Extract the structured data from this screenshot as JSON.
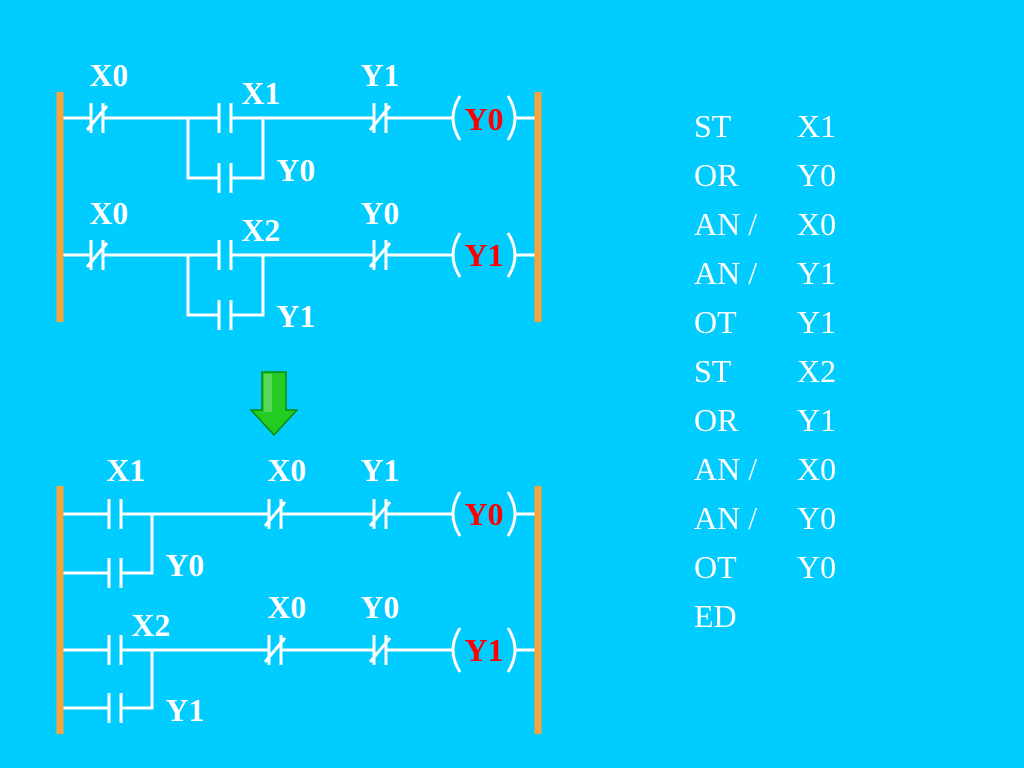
{
  "colors": {
    "background": "#00CCFF",
    "power_rail": "#F7A43B",
    "wire": "#FFFFFF",
    "label": "#FFFFFF",
    "coil_label": "#FF0000",
    "arrow": "#22CC22"
  },
  "top_ladder": {
    "rung_1": {
      "series_contact": {
        "label": "X0",
        "symbol": "normally-closed-contact-icon"
      },
      "branch_contact": {
        "label": "X1",
        "symbol": "normally-open-contact-icon"
      },
      "parallel_contact": {
        "label": "Y0",
        "symbol": "normally-open-contact-icon"
      },
      "interlock_contact": {
        "label": "Y1",
        "symbol": "normally-closed-contact-icon"
      },
      "coil": {
        "label": "Y0",
        "symbol": "coil-icon"
      }
    },
    "rung_2": {
      "series_contact": {
        "label": "X0",
        "symbol": "normally-closed-contact-icon"
      },
      "branch_contact": {
        "label": "X2",
        "symbol": "normally-open-contact-icon"
      },
      "parallel_contact": {
        "label": "Y1",
        "symbol": "normally-open-contact-icon"
      },
      "interlock_contact": {
        "label": "Y0",
        "symbol": "normally-closed-contact-icon"
      },
      "coil": {
        "label": "Y1",
        "symbol": "coil-icon"
      }
    }
  },
  "transform_arrow": {
    "symbol": "down-arrow-icon"
  },
  "bottom_ladder": {
    "rung_1": {
      "branch_contact": {
        "label": "X1",
        "symbol": "normally-open-contact-icon"
      },
      "parallel_contact": {
        "label": "Y0",
        "symbol": "normally-open-contact-icon"
      },
      "series_contact": {
        "label": "X0",
        "symbol": "normally-closed-contact-icon"
      },
      "interlock_contact": {
        "label": "Y1",
        "symbol": "normally-closed-contact-icon"
      },
      "coil": {
        "label": "Y0",
        "symbol": "coil-icon"
      }
    },
    "rung_2": {
      "branch_contact": {
        "label": "X2",
        "symbol": "normally-open-contact-icon"
      },
      "parallel_contact": {
        "label": "Y1",
        "symbol": "normally-open-contact-icon"
      },
      "series_contact": {
        "label": "X0",
        "symbol": "normally-closed-contact-icon"
      },
      "interlock_contact": {
        "label": "Y0",
        "symbol": "normally-closed-contact-icon"
      },
      "coil": {
        "label": "Y1",
        "symbol": "coil-icon"
      }
    }
  },
  "instruction_list": [
    {
      "op": "ST",
      "operand": "X1"
    },
    {
      "op": "OR",
      "operand": "Y0"
    },
    {
      "op": "AN /",
      "operand": "X0"
    },
    {
      "op": "AN /",
      "operand": "Y1"
    },
    {
      "op": "OT",
      "operand": "Y1"
    },
    {
      "op": "ST",
      "operand": "X2"
    },
    {
      "op": "OR",
      "operand": "Y1"
    },
    {
      "op": "AN /",
      "operand": "X0"
    },
    {
      "op": "AN /",
      "operand": "Y0"
    },
    {
      "op": "OT",
      "operand": "Y0"
    },
    {
      "op": "ED"
    }
  ]
}
